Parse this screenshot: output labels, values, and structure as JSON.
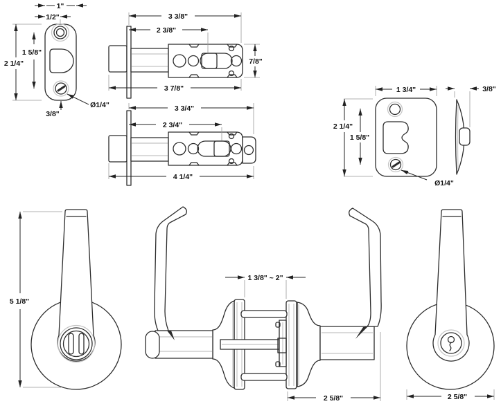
{
  "colors": {
    "background": "#ffffff",
    "line": "#2b2b2b",
    "dimension_text": "#111111",
    "light_detail": "#c4c4c4"
  },
  "views": {
    "faceplate": {
      "dims": {
        "width": "1\"",
        "edge_to_hole": "1/2\"",
        "hole_spacing": "1 5/8\"",
        "height": "2 1/4\"",
        "screw_to_edge": "3/8\"",
        "screw_diameter": "Ø1/4\""
      }
    },
    "latch_standard": {
      "dims": {
        "case_length": "3 3/8\"",
        "backset": "2 3/8\"",
        "case_height": "7/8\"",
        "overall_length": "3 7/8\""
      }
    },
    "latch_extended": {
      "dims": {
        "case_length": "3 3/4\"",
        "backset": "2 3/4\"",
        "overall_length": "4 1/4\""
      }
    },
    "strike": {
      "dims": {
        "width": "1 3/4\"",
        "lip_depth": "3/8\"",
        "height": "2 1/4\"",
        "hole_spacing": "1 5/8\"",
        "screw_diameter": "Ø1/4\""
      }
    },
    "lever_interior": {
      "dims": {
        "overall_height": "5 1/8\""
      }
    },
    "assembly": {
      "dims": {
        "door_thickness": "1 3/8\" ~ 2\"",
        "projection": "2 5/8\""
      }
    },
    "lever_exterior": {
      "dims": {
        "rose_diameter": "2 5/8\""
      }
    }
  }
}
